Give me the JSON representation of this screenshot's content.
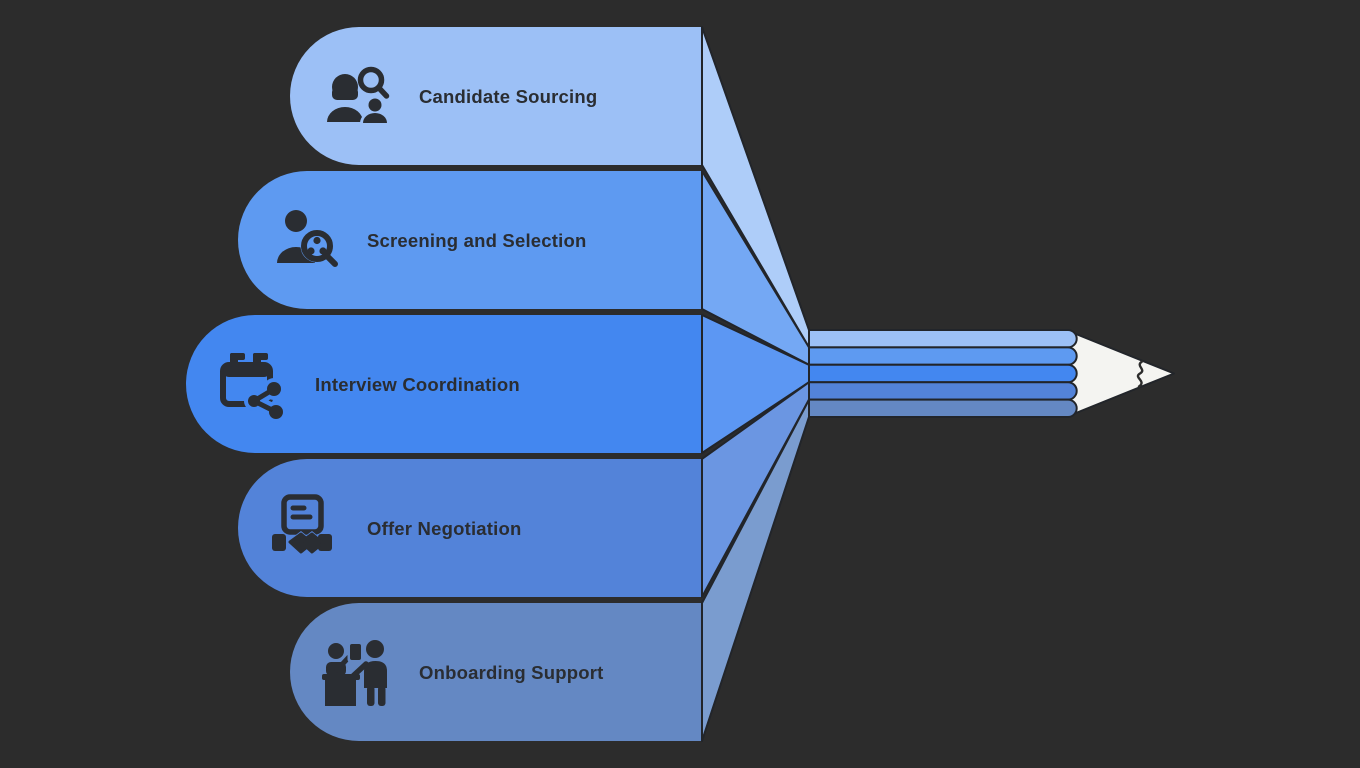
{
  "diagram": {
    "type": "funnel-pencil-process",
    "direction": "left-to-right",
    "stage_count": "5"
  },
  "stages": [
    {
      "label": "Candidate Sourcing",
      "icon": "people-search-icon",
      "color": "#9cc0f6",
      "funnel_color": "#aecdf9"
    },
    {
      "label": "Screening and Selection",
      "icon": "person-screening-magnifier-icon",
      "color": "#5e9af1",
      "funnel_color": "#74a8f4"
    },
    {
      "label": "Interview Coordination",
      "icon": "calendar-share-icon",
      "color": "#4387f0",
      "funnel_color": "#5c97f3"
    },
    {
      "label": "Offer Negotiation",
      "icon": "document-handshake-icon",
      "color": "#5383d9",
      "funnel_color": "#6b96e2"
    },
    {
      "label": "Onboarding Support",
      "icon": "reception-desk-icon",
      "color": "#6488c3",
      "funnel_color": "#7a9ccf"
    }
  ],
  "colors": {
    "background": "#2c2c2c",
    "outline": "#22252a",
    "text": "#2a2d32",
    "pencil_tip": "#f4f4f1"
  }
}
